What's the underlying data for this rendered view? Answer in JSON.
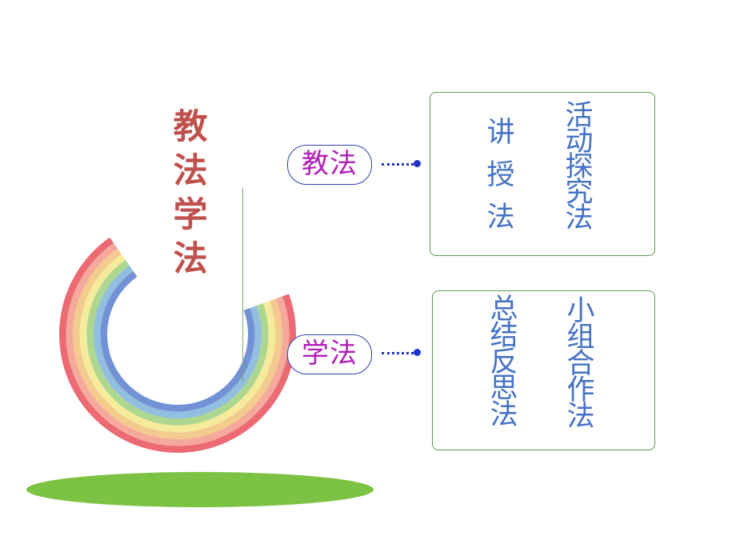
{
  "title": "教法学法",
  "teaching": {
    "label": "教法",
    "methods": [
      "讲授法",
      "活动探究法"
    ]
  },
  "learning": {
    "label": "学法",
    "methods": [
      "总结反思法",
      "小组合作法"
    ]
  },
  "colors": {
    "title": "#c0504d",
    "pill_text": "#b020b8",
    "pill_border": "#2f3bb0",
    "connector": "#2233cc",
    "box_border": "#5a9a4a",
    "method_text": "#4472c4",
    "ellipse": "#7cc243",
    "rainbow": [
      "#e8505b",
      "#f39a8a",
      "#f2c27a",
      "#f5e88a",
      "#9fd07a",
      "#7fb3d9",
      "#5a7fcf"
    ]
  }
}
